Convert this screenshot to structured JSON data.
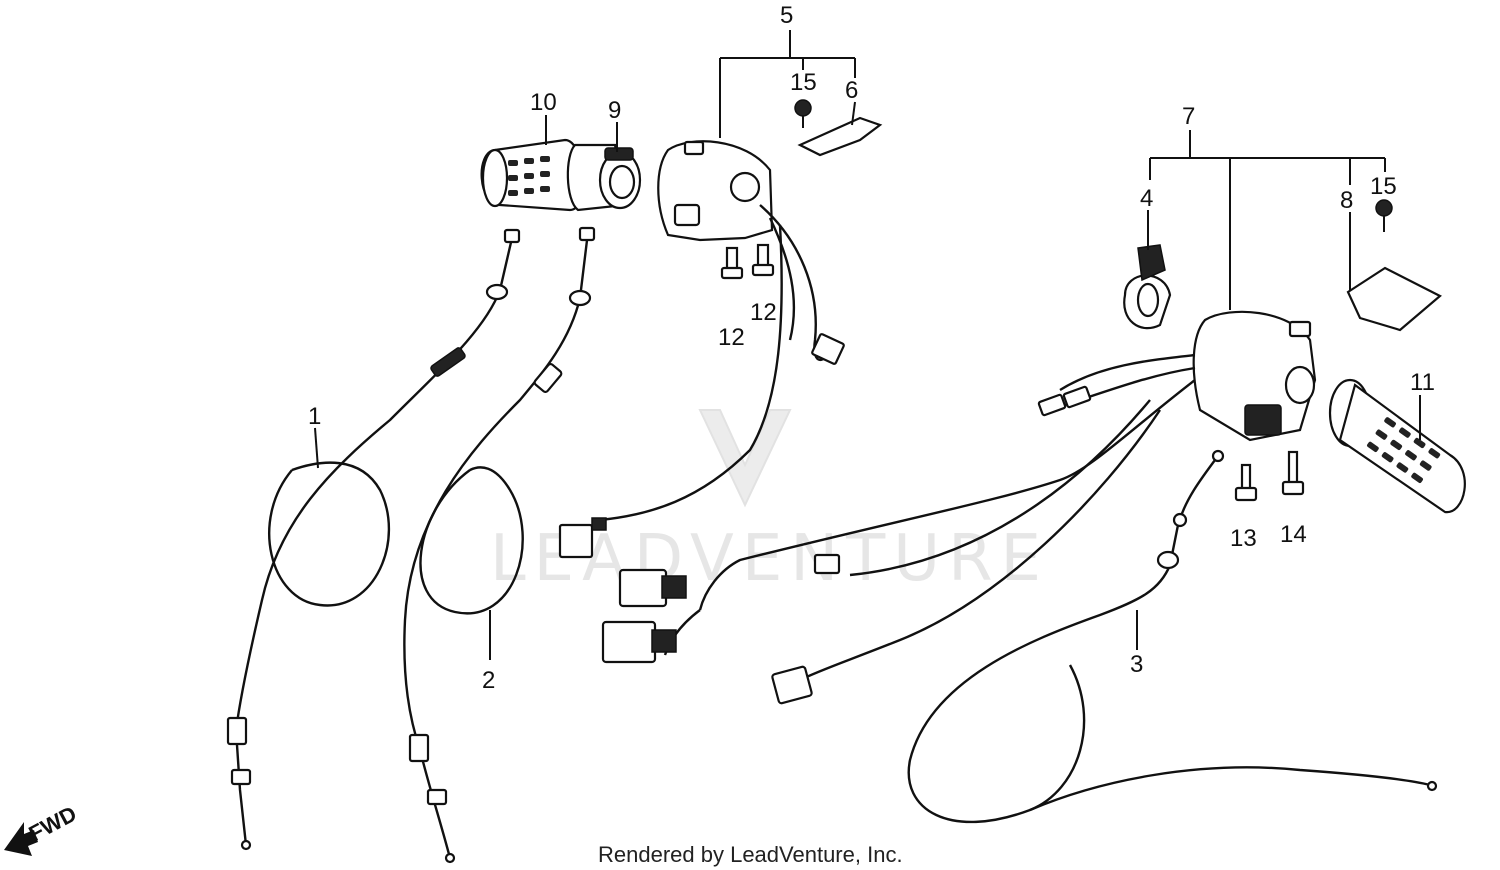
{
  "diagram": {
    "watermark_text": "LEADVENTURE",
    "direction_label": "FWD",
    "footer_text": "Rendered by LeadVenture, Inc.",
    "callouts": {
      "c1": "1",
      "c2": "2",
      "c3": "3",
      "c4": "4",
      "c5": "5",
      "c6": "6",
      "c7": "7",
      "c8": "8",
      "c9": "9",
      "c10": "10",
      "c11": "11",
      "c12a": "12",
      "c12b": "12",
      "c13": "13",
      "c14": "14",
      "c15a": "15",
      "c15b": "15"
    }
  }
}
